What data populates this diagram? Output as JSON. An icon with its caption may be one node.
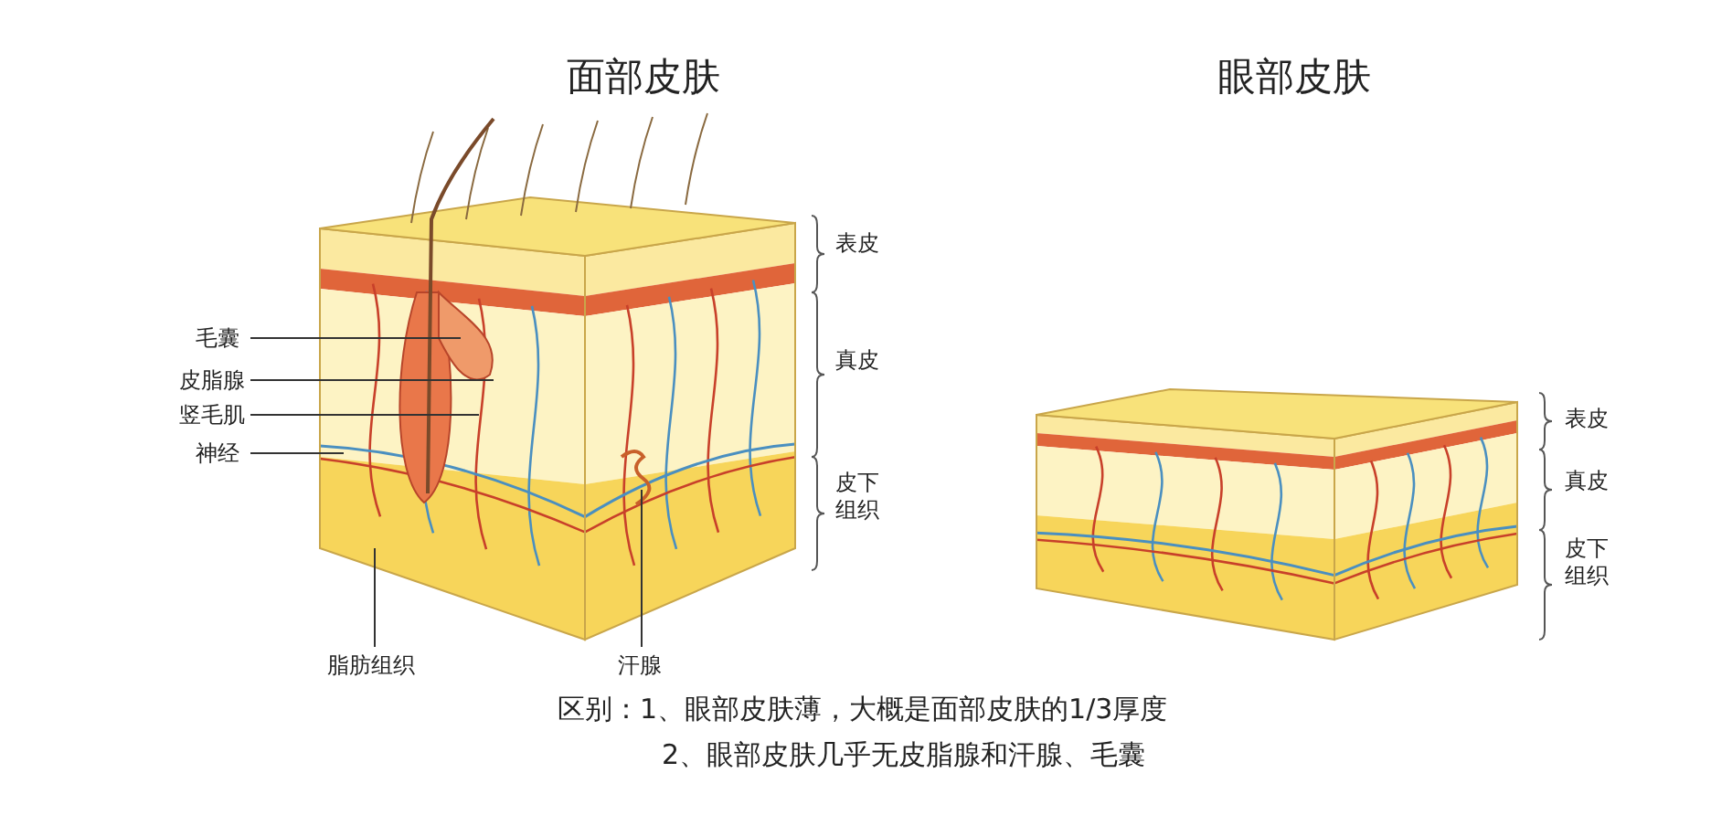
{
  "diagram": {
    "nodes": [
      {
        "text": [],
        "shape": "picture"
      },
      {
        "text": [
          "毛囊"
        ]
      },
      {
        "text": [
          "皮脂腺"
        ]
      },
      {
        "text": [
          "竖毛肌"
        ]
      },
      {
        "text": [
          "神经"
        ]
      },
      {
        "text": [
          "脂肪组织"
        ]
      },
      {
        "text": [
          "汗腺"
        ]
      }
    ],
    "edges": [
      {
        "from": 1,
        "to": 0,
        "arrow": "none"
      },
      {
        "from": 2,
        "to": 0,
        "arrow": "none"
      },
      {
        "from": 3,
        "to": 0,
        "arrow": "none"
      },
      {
        "from": 4,
        "to": 0,
        "arrow": "none"
      },
      {
        "from": 5,
        "to": 0,
        "arrow": "none"
      },
      {
        "from": 6,
        "to": 0,
        "arrow": "none"
      }
    ],
    "labels": [
      "面部皮肤",
      "眼部皮肤",
      "表皮",
      "真皮",
      "皮下组织",
      "表皮",
      "真皮",
      "皮下组织",
      "区别：1、眼部皮肤薄，大概是面部皮肤的1/3厚度",
      "2、眼部皮肤几乎无皮脂腺和汗腺、毛囊"
    ]
  }
}
